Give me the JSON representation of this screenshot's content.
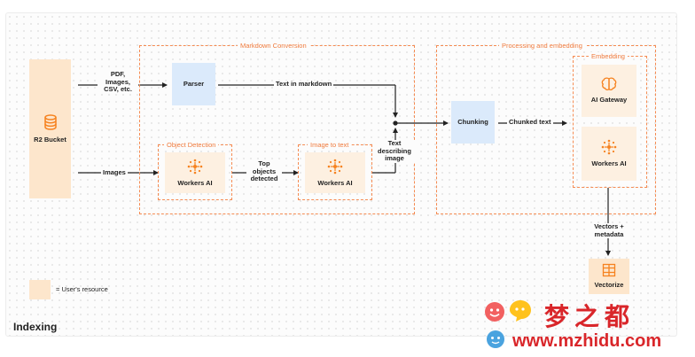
{
  "diagram": {
    "title": "Indexing",
    "legend_label": "= User's resource",
    "nodes": {
      "r2_bucket": "R2 Bucket",
      "parser": "Parser",
      "workers_ai_detect": "Workers AI",
      "workers_ai_img2text": "Workers AI",
      "chunking": "Chunking",
      "ai_gateway": "AI Gateway",
      "workers_ai_embed": "Workers AI",
      "vectorize": "Vectorize"
    },
    "groups": {
      "markdown_conversion": "Markdown Conversion",
      "object_detection": "Object Detection",
      "image_to_text": "Image to text",
      "processing_embedding": "Processing and embedding",
      "embedding": "Embedding"
    },
    "edges": {
      "pdf_images": "PDF, Images, CSV, etc.",
      "images": "Images",
      "text_in_markdown": "Text in markdown",
      "top_objects": "Top objects detected",
      "text_describing": "Text describing image",
      "chunked_text": "Chunked text",
      "vectors_metadata": "Vectors + metadata"
    },
    "colors": {
      "accent": "#f6821f",
      "dashed_border": "#f58b52",
      "resource_fill": "#fde6cc",
      "process_fill": "#dbeafb",
      "service_fill": "#fdf0e1"
    },
    "icons": [
      "database-icon",
      "workers-ai-icon",
      "brain-icon",
      "vectorize-icon"
    ]
  },
  "watermark": {
    "brand_cn": "梦之都",
    "url": "www.mzhidu.com"
  }
}
